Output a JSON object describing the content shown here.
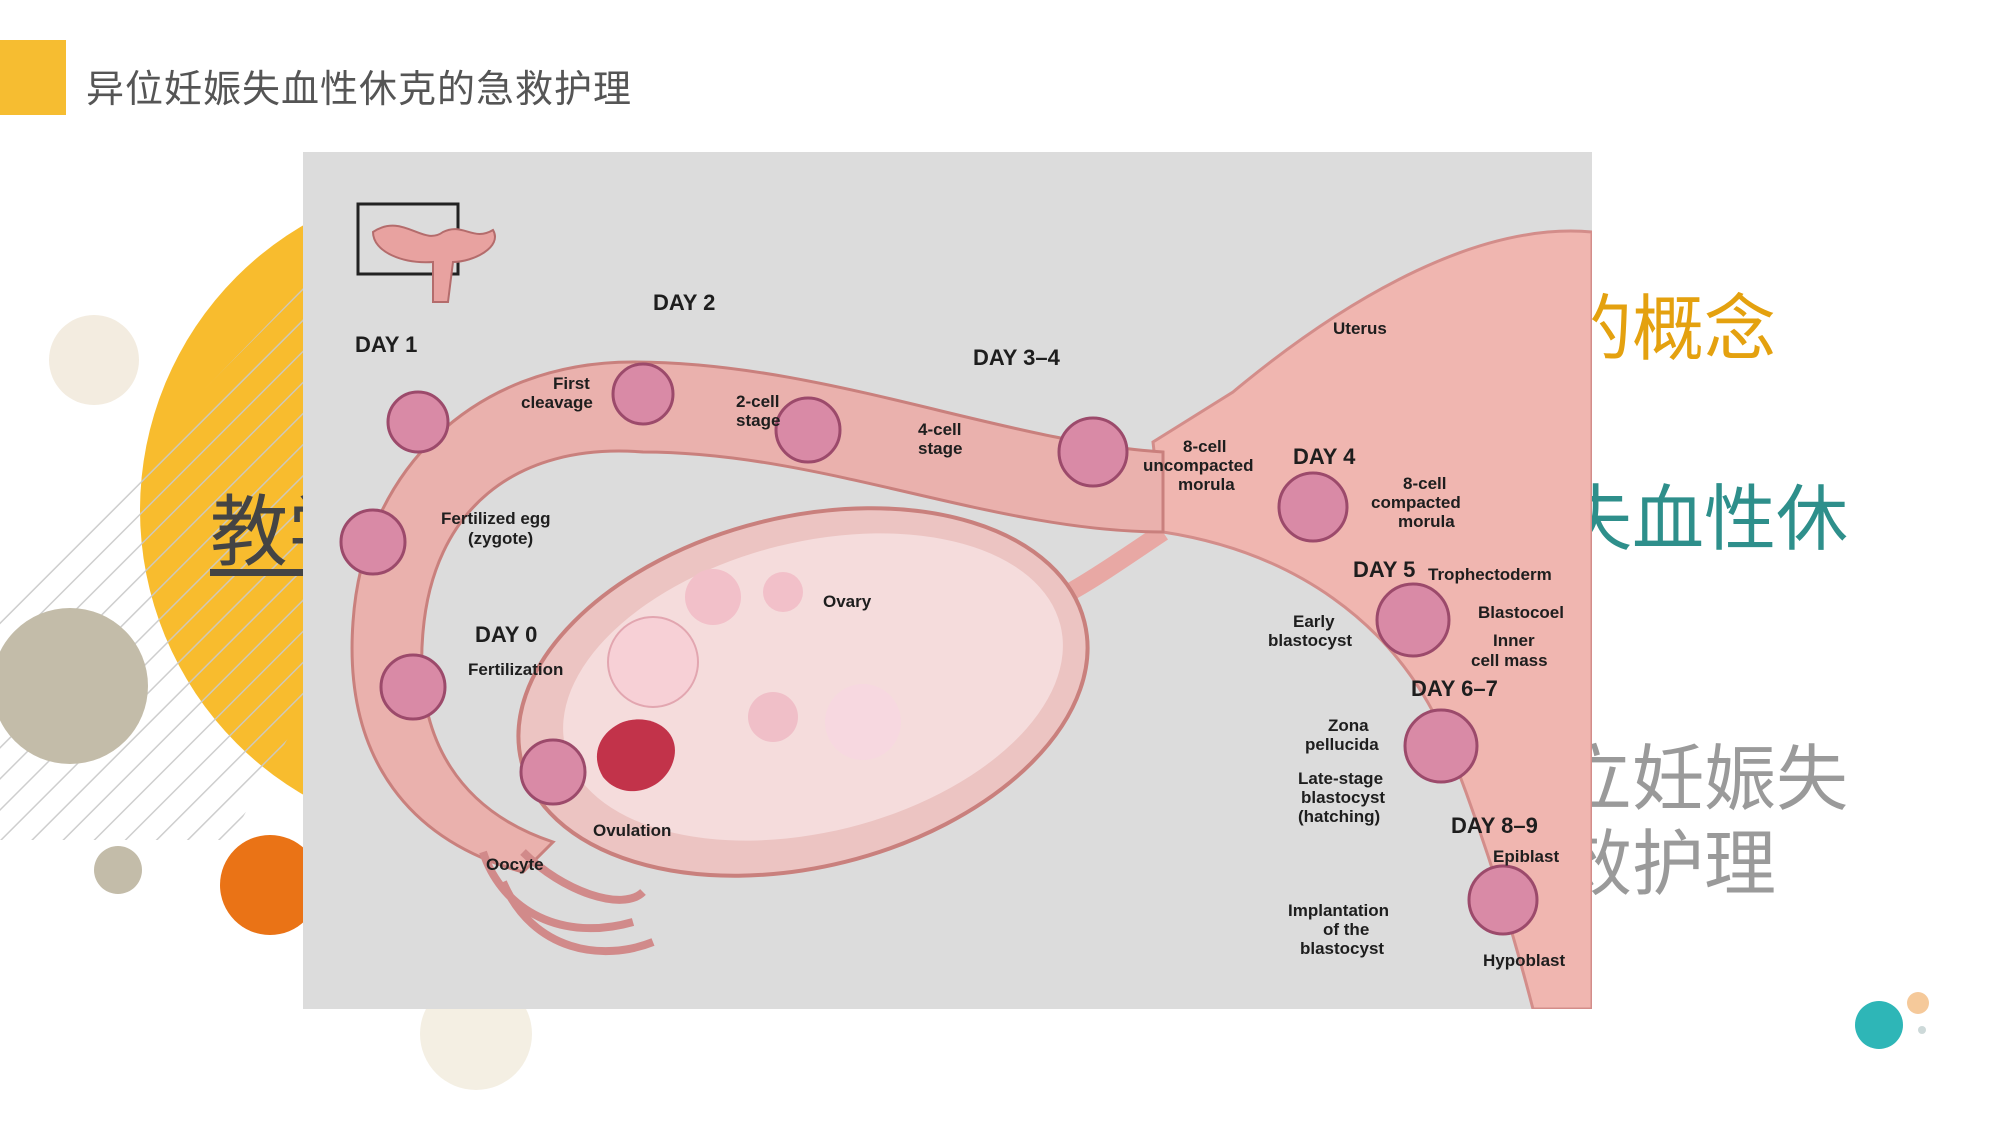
{
  "header": {
    "title": "异位妊娠失血性休克的急救护理",
    "accent_color": "#f6bd31"
  },
  "slide": {
    "left_title": "教学",
    "line1": "的概念",
    "line2": "失血性休",
    "line3a": "立妊娠失",
    "line3b": "效护理",
    "colors": {
      "line1": "#e4a10f",
      "line2": "#2e8f8b",
      "line3": "#9a9a9a"
    }
  },
  "illustration": {
    "labels": {
      "day1": "DAY 1",
      "day2": "DAY 2",
      "day34": "DAY 3–4",
      "day0": "DAY 0",
      "day4": "DAY 4",
      "day5": "DAY 5",
      "day67": "DAY 6–7",
      "day89": "DAY 8–9",
      "first_cleavage_1": "First",
      "first_cleavage_2": "cleavage",
      "two_cell_1": "2-cell",
      "two_cell_2": "stage",
      "four_cell_1": "4-cell",
      "four_cell_2": "stage",
      "eight_uncompact_1": "8-cell",
      "eight_uncompact_2": "uncompacted",
      "eight_uncompact_3": "morula",
      "eight_compact_1": "8-cell",
      "eight_compact_2": "compacted",
      "eight_compact_3": "morula",
      "uterus": "Uterus",
      "fertilized_1": "Fertilized egg",
      "fertilized_2": "(zygote)",
      "ovary": "Ovary",
      "fertilization": "Fertilization",
      "trophectoderm": "Trophectoderm",
      "blastocoel": "Blastocoel",
      "inner_1": "Inner",
      "inner_2": "cell mass",
      "early_1": "Early",
      "early_2": "blastocyst",
      "zona_1": "Zona",
      "zona_2": "pellucida",
      "late_1": "Late-stage",
      "late_2": "blastocyst",
      "late_3": "(hatching)",
      "epiblast": "Epiblast",
      "hypoblast": "Hypoblast",
      "implant_1": "Implantation",
      "implant_2": "of the",
      "implant_3": "blastocyst",
      "ovulation": "Ovulation",
      "oocyte": "Oocyte"
    }
  }
}
